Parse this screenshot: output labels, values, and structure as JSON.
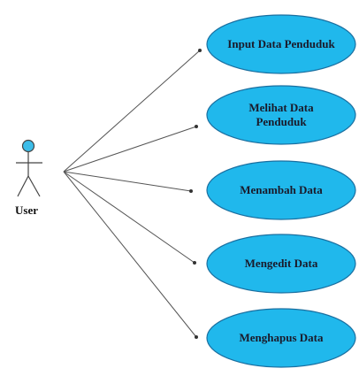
{
  "actor": {
    "label": "User",
    "head_color": "#3cbde9",
    "line_color": "#444444"
  },
  "use_cases": [
    {
      "lines": [
        "Input Data Penduduk"
      ]
    },
    {
      "lines": [
        "Melihat Data",
        "Penduduk"
      ]
    },
    {
      "lines": [
        "Menambah Data"
      ]
    },
    {
      "lines": [
        "Mengedit Data"
      ]
    },
    {
      "lines": [
        "Menghapus Data"
      ]
    }
  ],
  "colors": {
    "ellipse_fill": "#20b8ec",
    "ellipse_stroke": "#1a6fa0",
    "connector": "#555555",
    "text": "#1a1a2a"
  }
}
